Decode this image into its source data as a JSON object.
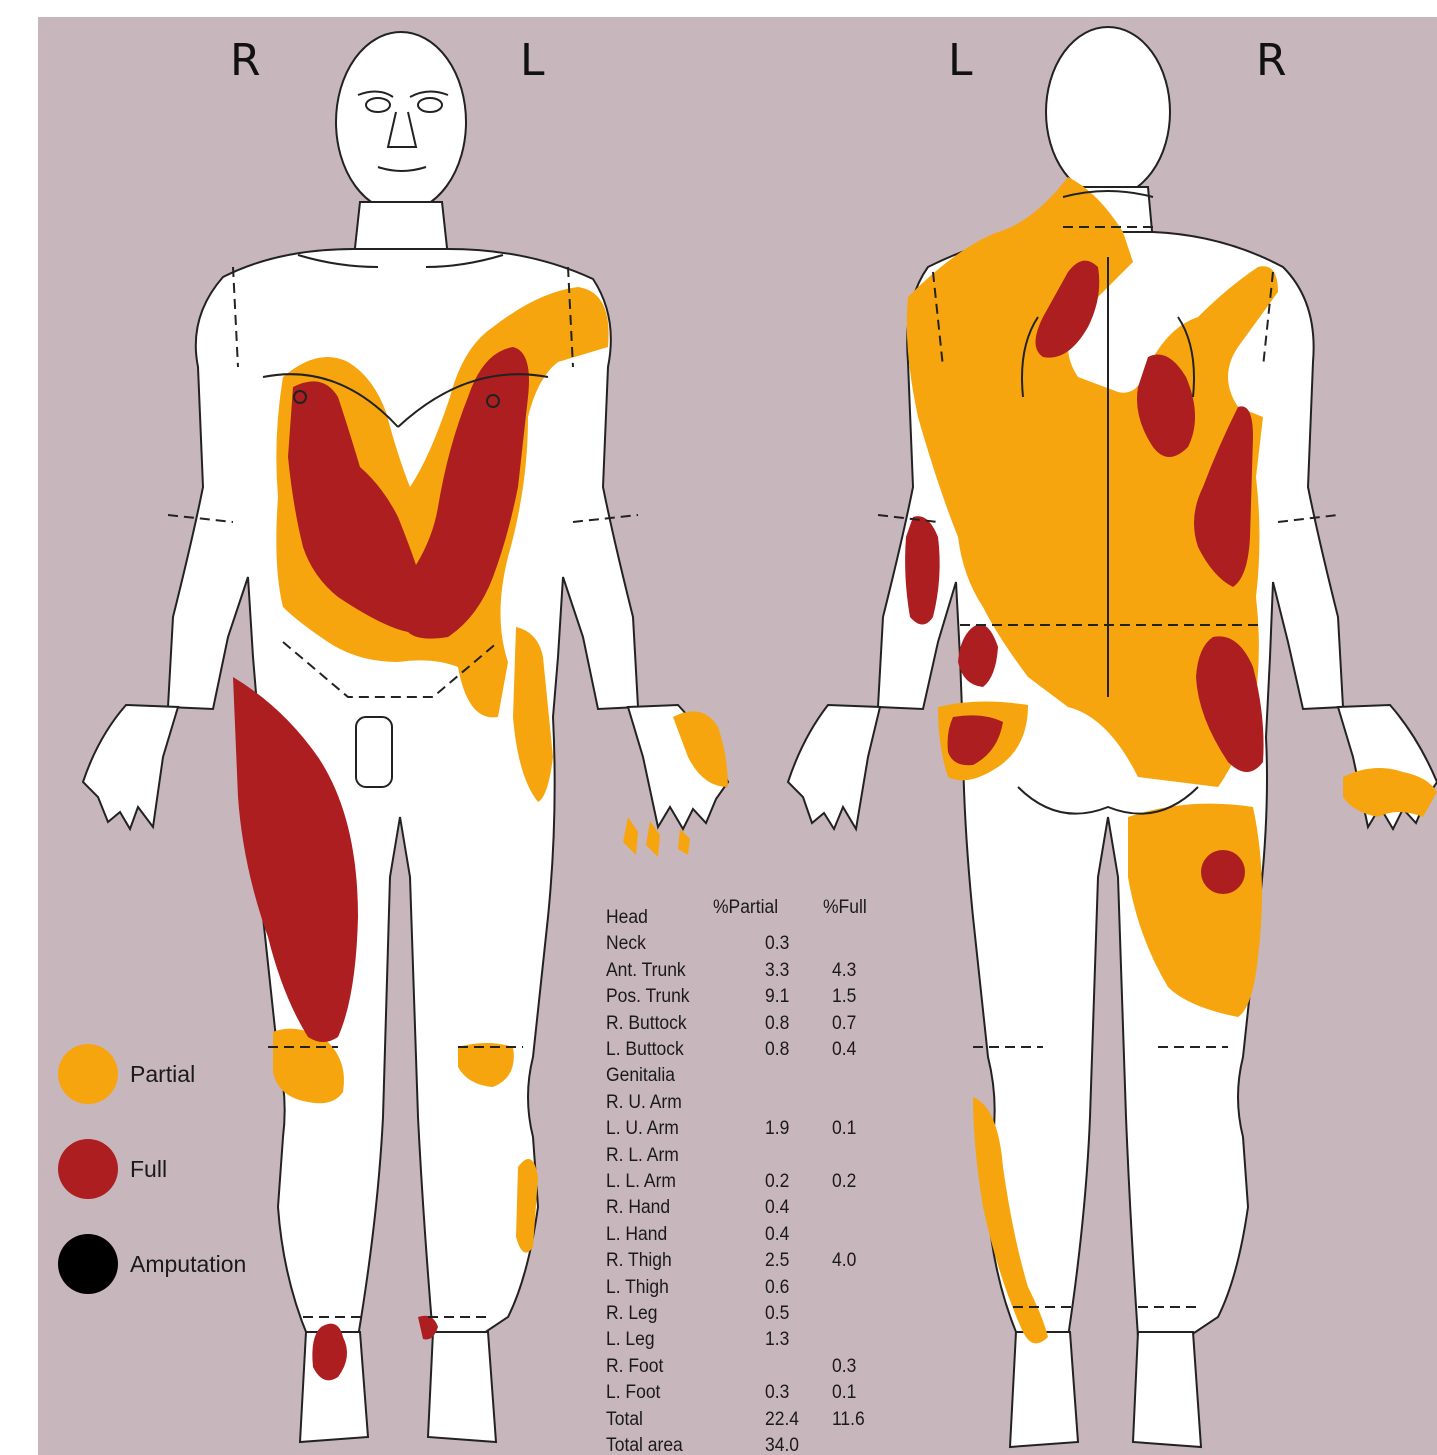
{
  "colors": {
    "background": "#c8b6bd",
    "partial": "#f6a50f",
    "full": "#ad1e20",
    "amputation": "#000000",
    "body": "#ffffff",
    "outline": "#222222"
  },
  "sides": {
    "front_left": "R",
    "front_right": "L",
    "back_left": "L",
    "back_right": "R"
  },
  "legend": [
    {
      "label": "Partial",
      "color": "#f6a50f",
      "icon": "partial-swatch-icon"
    },
    {
      "label": "Full",
      "color": "#ad1e20",
      "icon": "full-swatch-icon"
    },
    {
      "label": "Amputation",
      "color": "#000000",
      "icon": "amputation-swatch-icon"
    }
  ],
  "table": {
    "headers": {
      "partial": "%Partial",
      "full": "%Full"
    },
    "rows": [
      {
        "region": "Head",
        "partial": "",
        "full": ""
      },
      {
        "region": "Neck",
        "partial": "0.3",
        "full": ""
      },
      {
        "region": "Ant. Trunk",
        "partial": "3.3",
        "full": "4.3"
      },
      {
        "region": "Pos. Trunk",
        "partial": "9.1",
        "full": "1.5"
      },
      {
        "region": "R. Buttock",
        "partial": "0.8",
        "full": "0.7"
      },
      {
        "region": "L. Buttock",
        "partial": "0.8",
        "full": "0.4"
      },
      {
        "region": "Genitalia",
        "partial": "",
        "full": ""
      },
      {
        "region": "R. U. Arm",
        "partial": "",
        "full": ""
      },
      {
        "region": "L. U. Arm",
        "partial": "1.9",
        "full": "0.1"
      },
      {
        "region": "R. L. Arm",
        "partial": "",
        "full": ""
      },
      {
        "region": "L. L. Arm",
        "partial": "0.2",
        "full": "0.2"
      },
      {
        "region": "R. Hand",
        "partial": "0.4",
        "full": ""
      },
      {
        "region": "L. Hand",
        "partial": "0.4",
        "full": ""
      },
      {
        "region": "R. Thigh",
        "partial": "2.5",
        "full": "4.0"
      },
      {
        "region": "L. Thigh",
        "partial": "0.6",
        "full": ""
      },
      {
        "region": "R. Leg",
        "partial": "0.5",
        "full": ""
      },
      {
        "region": "L. Leg",
        "partial": "1.3",
        "full": ""
      },
      {
        "region": "R. Foot",
        "partial": "",
        "full": "0.3"
      },
      {
        "region": "L. Foot",
        "partial": "0.3",
        "full": "0.1"
      },
      {
        "region": "Total",
        "partial": "22.4",
        "full": "11.6"
      },
      {
        "region": "Total area",
        "partial": "34.0",
        "full": ""
      }
    ]
  }
}
